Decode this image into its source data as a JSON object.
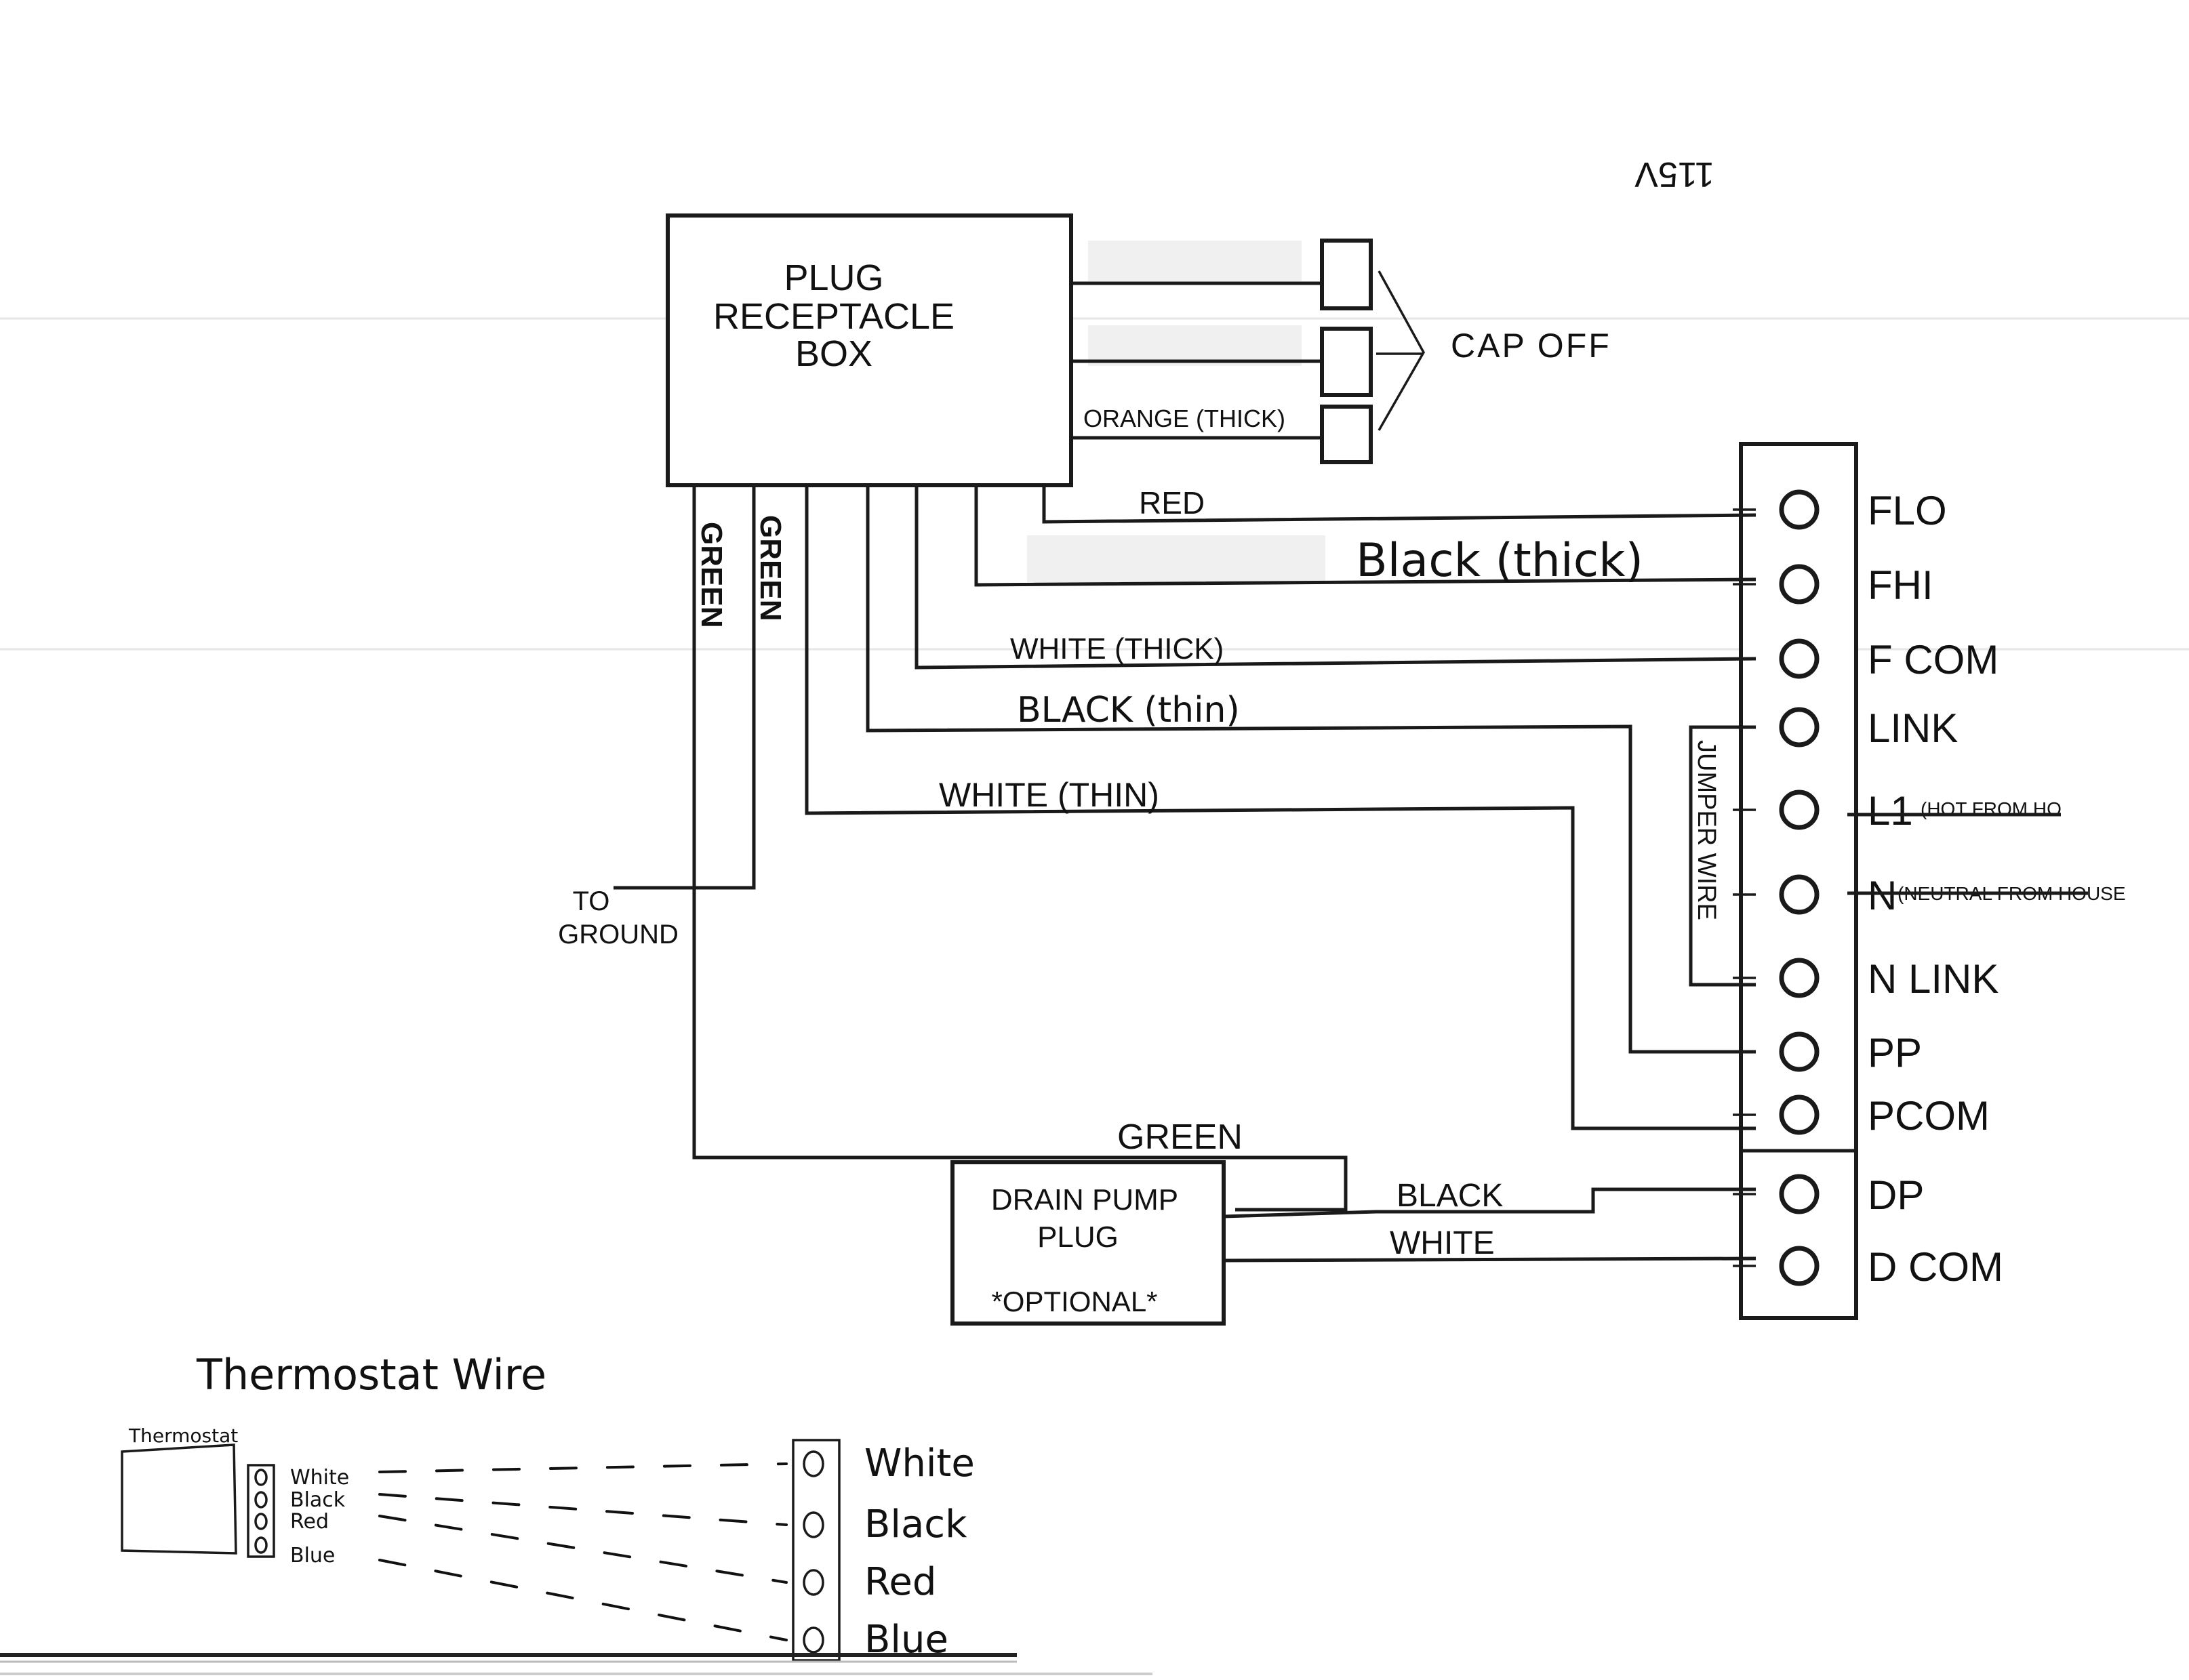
{
  "voltage_label": "115V",
  "plug_box": {
    "lines": [
      "PLUG",
      "RECEPTACLE",
      "BOX"
    ]
  },
  "cap_off": {
    "label": "CAP OFF",
    "wires": [
      {
        "label": ""
      },
      {
        "label": ""
      },
      {
        "label": "ORANGE (THICK)"
      }
    ]
  },
  "wires": {
    "red": "RED",
    "black_thick": "Black (thick)",
    "white_thick": "WHITE (THICK)",
    "black_thin": "BLACK (thin)",
    "white_thin": "WHITE (THIN)",
    "green_1": "GREEN",
    "green_2": "GREEN",
    "green_drain": "GREEN",
    "drain_black": "BLACK",
    "drain_white": "WHITE",
    "jumper": "JUMPER WIRE"
  },
  "ground_label": [
    "TO",
    "GROUND"
  ],
  "terminal_block": {
    "terminals": [
      {
        "label": "FLO"
      },
      {
        "label": "FHI"
      },
      {
        "label": "F COM"
      },
      {
        "label": "LINK"
      },
      {
        "label": "L1",
        "note": "(HOT FROM HO"
      },
      {
        "label": "N",
        "note": "(NEUTRAL FROM HOUSE"
      },
      {
        "label": "N LINK"
      },
      {
        "label": "PP"
      },
      {
        "label": "PCOM"
      },
      {
        "label": "DP"
      },
      {
        "label": "D COM"
      }
    ]
  },
  "drain_pump": {
    "lines": [
      "DRAIN PUMP",
      "PLUG"
    ],
    "note": "*OPTIONAL*"
  },
  "thermostat_section": {
    "title": "Thermostat Wire",
    "device_label": "Thermostat",
    "device_terminals": [
      "White",
      "Black",
      "Red",
      "Blue"
    ],
    "board_terminals": [
      "White",
      "Black",
      "Red",
      "Blue"
    ]
  }
}
